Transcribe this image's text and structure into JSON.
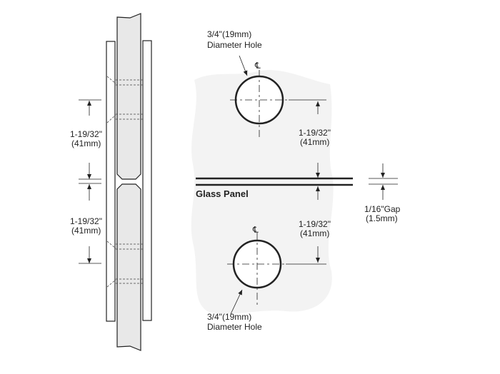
{
  "left_view": {
    "dim_top": {
      "line1": "1-19/32\"",
      "line2": "(41mm)"
    },
    "dim_bottom": {
      "line1": "1-19/32\"",
      "line2": "(41mm)"
    }
  },
  "right_view": {
    "hole_top": {
      "line1": "3/4\"(19mm)",
      "line2": "Diameter Hole",
      "centerline": "℄"
    },
    "hole_bottom": {
      "line1": "3/4\"(19mm)",
      "line2": "Diameter Hole",
      "centerline": "℄"
    },
    "dim_top": {
      "line1": "1-19/32\"",
      "line2": "(41mm)"
    },
    "dim_bottom": {
      "line1": "1-19/32\"",
      "line2": "(41mm)"
    },
    "glass_label": "Glass Panel",
    "gap": {
      "line1": "1/16\"Gap",
      "line2": "(1.5mm)"
    }
  },
  "colors": {
    "glass_fill": "#e8e8e8",
    "background_blob": "#f3f3f3",
    "line": "#222222"
  }
}
